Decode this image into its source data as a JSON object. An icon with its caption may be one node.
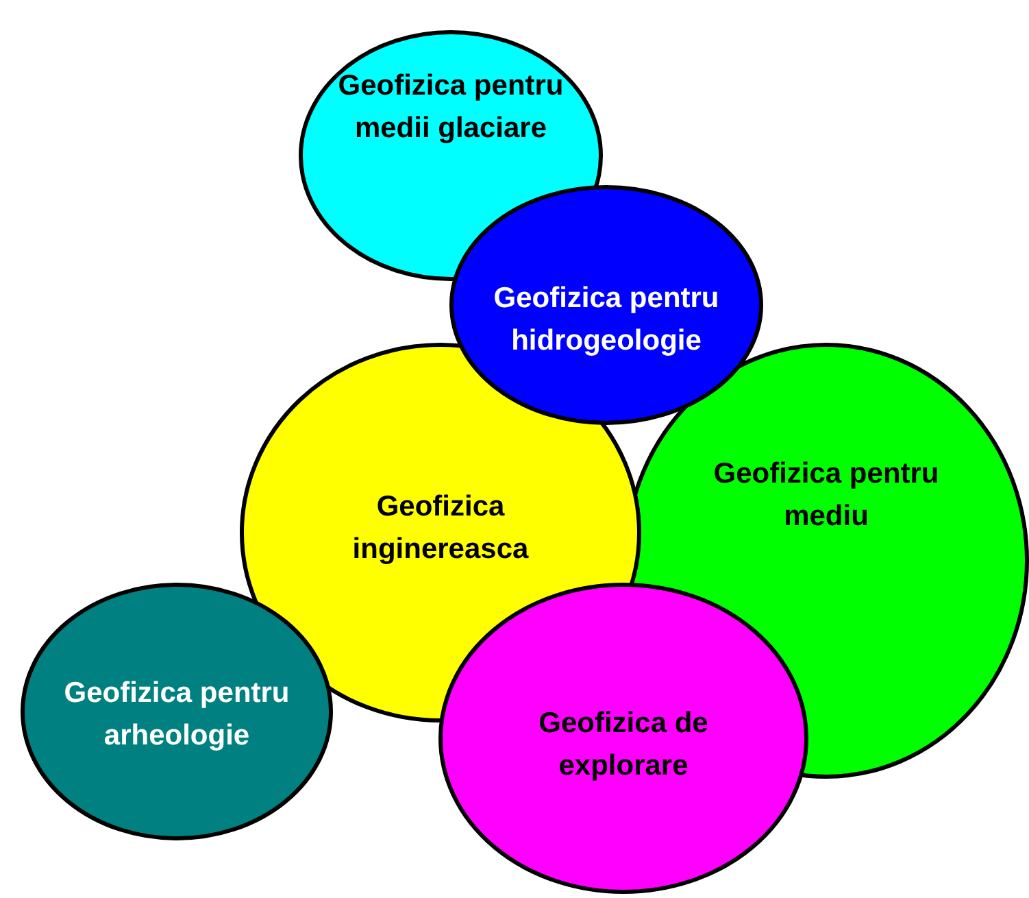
{
  "diagram": {
    "nodes": [
      {
        "text": [
          "Geofizica pentru medii glaciare"
        ]
      },
      {
        "text": [
          "Geofizica pentru hidrogeologie"
        ]
      },
      {
        "text": [
          "Geofizica inginereasca"
        ]
      },
      {
        "text": [
          "Geofizica pentru mediu"
        ]
      },
      {
        "text": [
          "Geofizica pentru arheologie"
        ]
      },
      {
        "text": [
          "Geofizica de explorare"
        ]
      }
    ]
  }
}
